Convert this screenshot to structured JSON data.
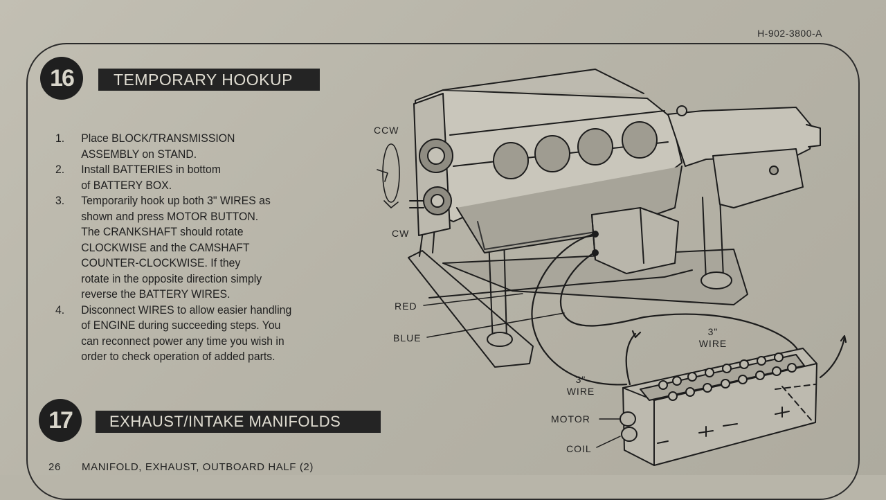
{
  "doc_code": "H-902-3800-A",
  "step16": {
    "number": "16",
    "title": "TEMPORARY HOOKUP",
    "instructions": [
      {
        "num": "1.",
        "text": "Place BLOCK/TRANSMISSION\nASSEMBLY on STAND."
      },
      {
        "num": "2.",
        "text": "Install BATTERIES in bottom\nof BATTERY BOX."
      },
      {
        "num": "3.",
        "text": "Temporarily hook up both 3\" WIRES as\nshown and press MOTOR BUTTON.\nThe CRANKSHAFT should rotate\nCLOCKWISE and the CAMSHAFT\nCOUNTER-CLOCKWISE.  If they\nrotate in the opposite direction simply\nreverse the BATTERY WIRES."
      },
      {
        "num": "4.",
        "text": "Disconnect WIRES to allow easier handling\nof ENGINE during succeeding steps.  You\ncan reconnect power any time you wish in\norder to check operation of added parts."
      }
    ]
  },
  "step17": {
    "number": "17",
    "title": "EXHAUST/INTAKE MANIFOLDS"
  },
  "parts_list": [
    {
      "num": "26",
      "name": "MANIFOLD, EXHAUST, OUTBOARD HALF (2)"
    }
  ],
  "illustration": {
    "labels": {
      "ccw": "CCW",
      "cw": "CW",
      "red": "RED",
      "blue": "BLUE",
      "wire_top_1": "3\"",
      "wire_top_2": "WIRE",
      "wire_left_1": "3\"",
      "wire_left_2": "WIRE",
      "motor": "MOTOR",
      "coil": "COIL"
    }
  }
}
